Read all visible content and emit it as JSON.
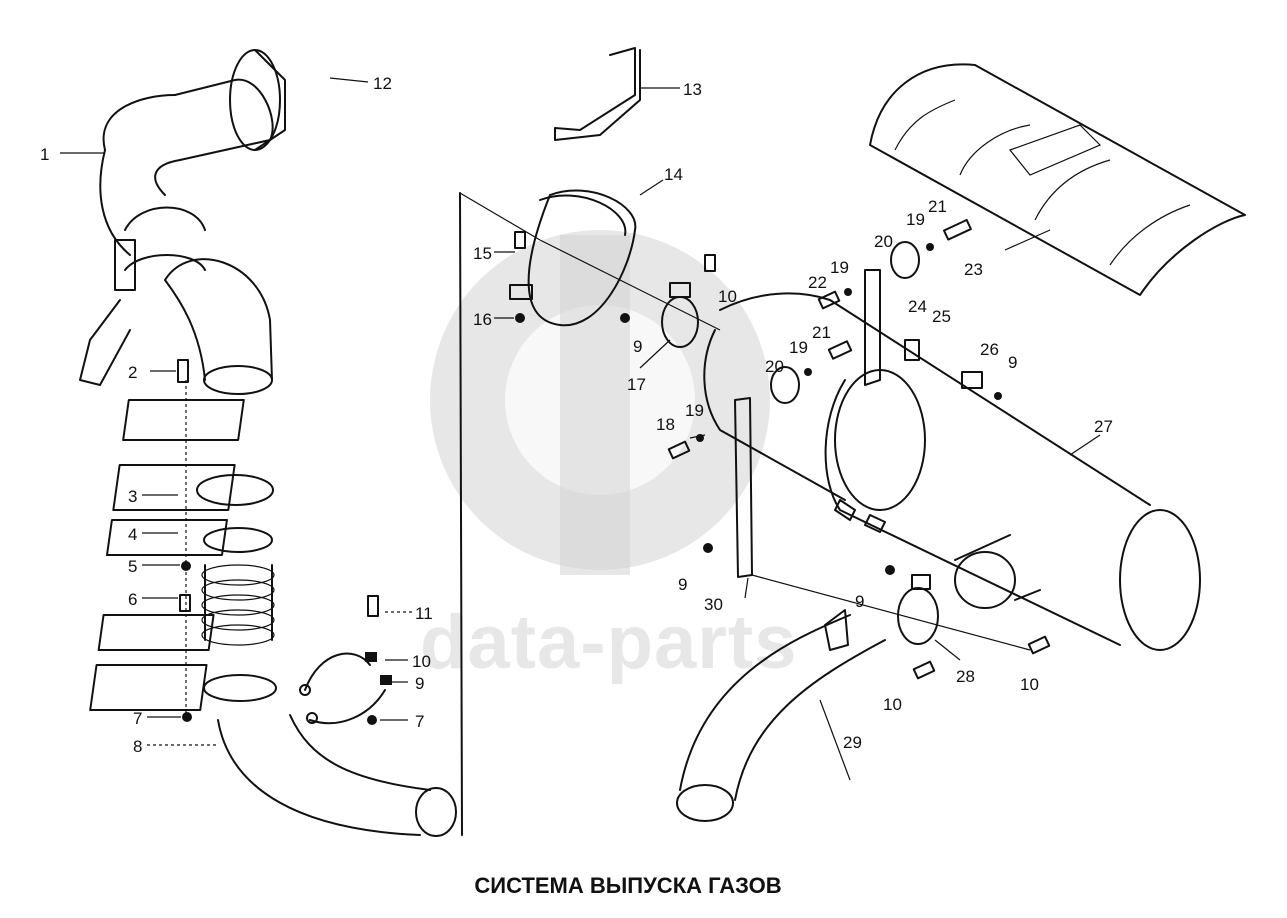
{
  "title": "СИСТЕМА ВЫПУСКА ГАЗОВ",
  "watermark": "data-parts",
  "callouts": {
    "c1": "1",
    "c2": "2",
    "c3": "3",
    "c4": "4",
    "c5": "5",
    "c6": "6",
    "c7a": "7",
    "c7b": "7",
    "c8": "8",
    "c9a": "9",
    "c9b": "9",
    "c9c": "9",
    "c9d": "9",
    "c9e": "9",
    "c10a": "10",
    "c10b": "10",
    "c10c": "10",
    "c10d": "10",
    "c11": "11",
    "c12": "12",
    "c13": "13",
    "c14": "14",
    "c15": "15",
    "c16": "16",
    "c17": "17",
    "c18": "18",
    "c19a": "19",
    "c19b": "19",
    "c19c": "19",
    "c19d": "19",
    "c20a": "20",
    "c20b": "20",
    "c21a": "21",
    "c21b": "21",
    "c22": "22",
    "c23": "23",
    "c24": "24",
    "c25": "25",
    "c26": "26",
    "c27": "27",
    "c28": "28",
    "c29": "29",
    "c30": "30"
  },
  "colors": {
    "ink": "#111111",
    "watermark": "#cfcfcf",
    "background": "#ffffff"
  }
}
